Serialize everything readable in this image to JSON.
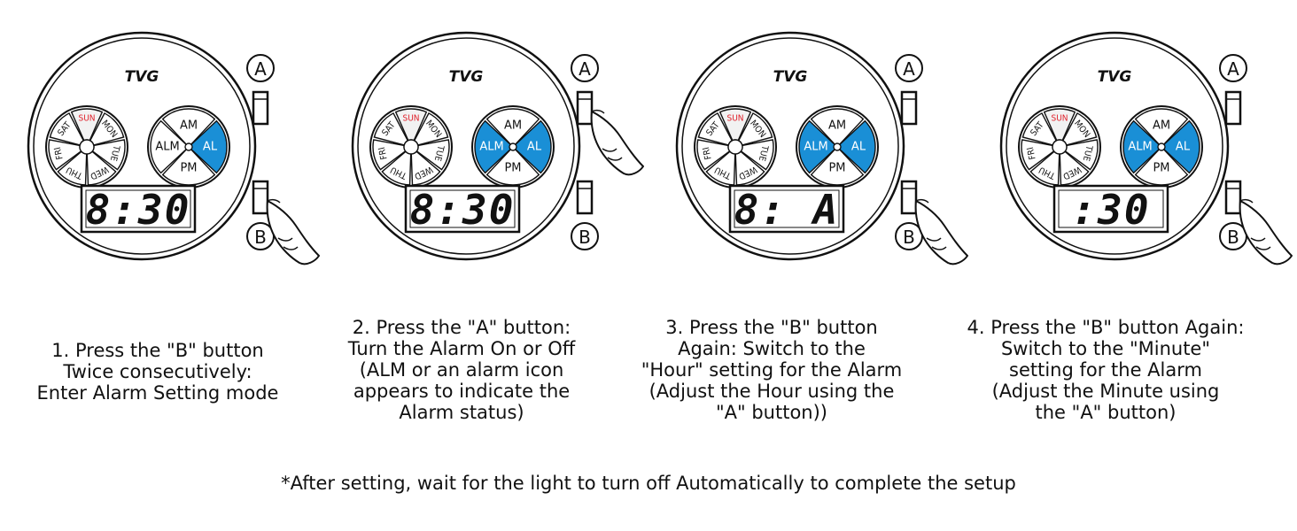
{
  "brand": "TVG",
  "days": [
    "SUN",
    "MON",
    "TUE",
    "WED",
    "THU",
    "FRI",
    "SAT"
  ],
  "button_labels": {
    "a": "A",
    "b": "B"
  },
  "colors": {
    "accent": "#1a8fd6",
    "sun": "#e0202a",
    "sun_fill": "#f2f2f2",
    "ink": "#111111"
  },
  "steps": [
    {
      "mode": {
        "am": "AM",
        "al": "AL",
        "pm": "PM",
        "alm": "ALM",
        "al_active": true,
        "alm_active": false
      },
      "display": "8:30",
      "pressed_button": "B",
      "caption": [
        "1. Press the \"B\" button",
        "Twice  consecutively:",
        "Enter Alarm  Setting mode"
      ]
    },
    {
      "mode": {
        "am": "AM",
        "al": "AL",
        "pm": "PM",
        "alm": "ALM",
        "al_active": true,
        "alm_active": true
      },
      "display": "8:30",
      "pressed_button": "A",
      "caption": [
        "2. Press the \"A\" button:",
        "Turn the  Alarm On or Off",
        "(ALM or an alarm  icon",
        "appears to  indicate the",
        "Alarm status)"
      ]
    },
    {
      "mode": {
        "am": "AM",
        "al": "AL",
        "pm": "PM",
        "alm": "ALM",
        "al_active": true,
        "alm_active": true
      },
      "display": "8: A",
      "pressed_button": "B",
      "caption": [
        "3. Press the \"B\" button",
        "Again: Switch to the",
        "\"Hour\" setting for the Alarm",
        "(Adjust the Hour using the",
        "\"A\" button))"
      ]
    },
    {
      "mode": {
        "am": "AM",
        "al": "AL",
        "pm": "PM",
        "alm": "ALM",
        "al_active": true,
        "alm_active": true
      },
      "display": ":30",
      "pressed_button": "B",
      "caption": [
        "4. Press the \"B\" button Again:",
        "Switch to the \"Minute\"",
        "setting for the Alarm",
        "(Adjust the Minute using",
        "the \"A\" button)"
      ]
    }
  ],
  "footnote": "*After setting, wait for the light to turn off Automatically to complete the setup"
}
